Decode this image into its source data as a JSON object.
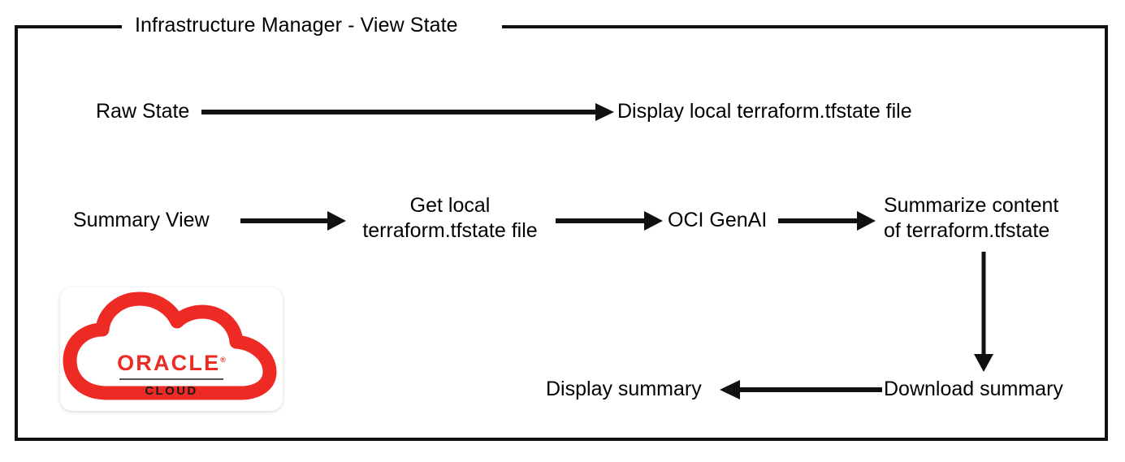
{
  "diagram": {
    "title": "Infrastructure Manager - View State",
    "colors": {
      "line": "#111111",
      "text": "#000000",
      "oracle_red": "#EE2A24",
      "background": "#ffffff"
    },
    "nodes": {
      "raw_state": "Raw State",
      "display_raw": "Display local terraform.tfstate file",
      "summary_view": "Summary View",
      "get_local_file": "Get local\nterraform.tfstate file",
      "oci_genai": "OCI GenAI",
      "summarize_content": "Summarize content\nof terraform.tfstate",
      "download_summary": "Download summary",
      "display_summary": "Display summary"
    },
    "edges": [
      {
        "from": "Raw State",
        "to": "Display local terraform.tfstate file",
        "direction": "right"
      },
      {
        "from": "Summary View",
        "to": "Get local terraform.tfstate file",
        "direction": "right"
      },
      {
        "from": "Get local terraform.tfstate file",
        "to": "OCI GenAI",
        "direction": "right"
      },
      {
        "from": "OCI GenAI",
        "to": "Summarize content of terraform.tfstate",
        "direction": "right"
      },
      {
        "from": "Summarize content of terraform.tfstate",
        "to": "Download summary",
        "direction": "down"
      },
      {
        "from": "Download summary",
        "to": "Display summary",
        "direction": "left"
      }
    ],
    "logo": {
      "brand": "ORACLE",
      "registered_mark": "®",
      "product": "CLOUD"
    }
  }
}
